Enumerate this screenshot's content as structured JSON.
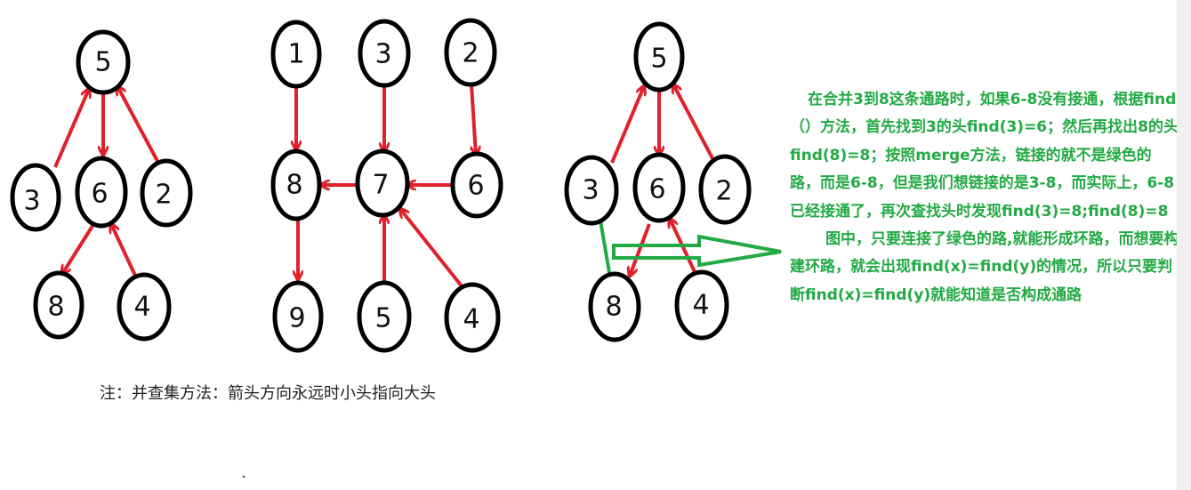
{
  "colors": {
    "node_stroke": "#000000",
    "arrow": "#e0202a",
    "highlight": "#22aa44",
    "note_text": "#222222"
  },
  "diagrams": [
    {
      "nodes": [
        "5",
        "3",
        "6",
        "2",
        "8",
        "4"
      ],
      "edges": [
        [
          "3",
          "5"
        ],
        [
          "5",
          "6"
        ],
        [
          "2",
          "5"
        ],
        [
          "6",
          "8"
        ],
        [
          "4",
          "6"
        ]
      ]
    },
    {
      "nodes": [
        "1",
        "3",
        "2",
        "8",
        "7",
        "6",
        "9",
        "5",
        "4"
      ],
      "edges": [
        [
          "1",
          "8"
        ],
        [
          "3",
          "7"
        ],
        [
          "2",
          "6"
        ],
        [
          "7",
          "8"
        ],
        [
          "6",
          "7"
        ],
        [
          "8",
          "9"
        ],
        [
          "5",
          "7"
        ],
        [
          "4",
          "7"
        ]
      ]
    },
    {
      "nodes": [
        "5",
        "3",
        "6",
        "2",
        "8",
        "4"
      ],
      "edges": [
        [
          "3",
          "5"
        ],
        [
          "5",
          "6"
        ],
        [
          "2",
          "5"
        ],
        [
          "6",
          "8"
        ],
        [
          "4",
          "6"
        ]
      ],
      "green_edges": [
        [
          "3",
          "8"
        ]
      ]
    }
  ],
  "note": "注：并查集方法：箭头方向永远时小头指向大头",
  "explanation": {
    "paragraph1": "在合并3到8这条通路时，如果6-8没有接通，根据find（）方法，首先找到3的头find(3)=6；然后再找出8的头find(8)=8；按照merge方法，链接的就不是绿色的路，而是6-8，但是我们想链接的是3-8，而实际上，6-8已经接通了，再次查找头时发现find(3)=8;find(8)=8",
    "paragraph2": "图中，只要连接了绿色的路,就能形成环路，而想要构建环路，就会出现find(x)=find(y)的情况，所以只要判断find(x)=find(y)就能知道是否构成通路"
  }
}
